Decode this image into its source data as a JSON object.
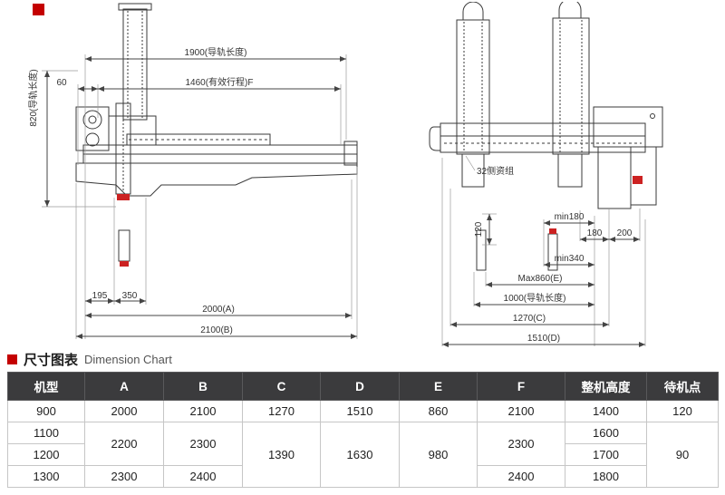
{
  "accent_color": "#c40000",
  "section_title": {
    "zh": "尺寸图表",
    "en": "Dimension Chart"
  },
  "left_drawing": {
    "dim_1900": "1900(导轨长度)",
    "dim_1460": "1460(有效行程)F",
    "dim_60": "60",
    "dim_820": "820(导轨长度)",
    "dim_195": "195",
    "dim_350": "350",
    "dim_2000": "2000(A)",
    "dim_2100": "2100(B)"
  },
  "right_drawing": {
    "label_side_group": "32侧资组",
    "dim_min180": "min180",
    "dim_120": "120",
    "dim_180": "180",
    "dim_200": "200",
    "dim_min340": "min340",
    "dim_max860": "Max860(E)",
    "dim_1000": "1000(导轨长度)",
    "dim_1270": "1270(C)",
    "dim_1510": "1510(D)"
  },
  "table": {
    "headers": [
      "机型",
      "A",
      "B",
      "C",
      "D",
      "E",
      "F",
      "整机高度",
      "待机点"
    ],
    "rows": {
      "r900": {
        "model": "900",
        "A": "2000",
        "B": "2100",
        "C": "1270",
        "D": "1510",
        "E": "860",
        "F": "2100",
        "height": "1400",
        "standby": "120"
      },
      "r1100": {
        "model": "1100",
        "A": "2200",
        "B": "2300",
        "C": "1390",
        "D": "1630",
        "E": "980",
        "F": "2300",
        "height": "1600",
        "standby": "90"
      },
      "r1200": {
        "model": "1200",
        "height": "1700"
      },
      "r1300": {
        "model": "1300",
        "A": "2300",
        "B": "2400",
        "F": "2400",
        "height": "1800"
      }
    }
  }
}
